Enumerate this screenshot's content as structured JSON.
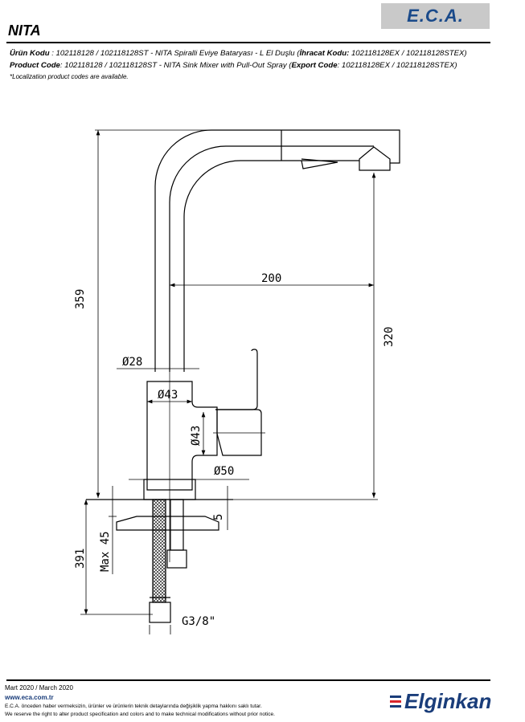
{
  "header": {
    "brand_logo": "E.C.A.",
    "title": "NITA"
  },
  "info": {
    "tr_label": "Ürün Kodu",
    "tr_text": " : 102118128 / 102118128ST - NITA Spiralli Eviye Bataryası - L El Duşlu (",
    "tr_export_label": "İhracat Kodu:",
    "tr_export": " 102118128EX / 102118128STEX)",
    "en_label": "Product Code",
    "en_text": ": 102118128 / 102118128ST - NITA Sink Mixer with Pull-Out Spray (",
    "en_export_label": "Export Code",
    "en_export": ": 102118128EX / 102118128STEX)",
    "note": "*Localization product codes are available."
  },
  "dimensions": {
    "height_total": "359",
    "reach": "200",
    "spout_height": "320",
    "tube_dia": "Ø28",
    "body_dia": "Ø43",
    "handle_dia": "Ø43",
    "base_dia": "Ø50",
    "below_counter": "391",
    "max_thickness": "Max 45",
    "plate": "5",
    "connection": "G3/8\""
  },
  "footer": {
    "date": "Mart 2020 / March 2020",
    "website": "www.eca.com.tr",
    "disclaimer_tr": "E.C.A. önceden haber vermeksizin, ürünler ve ürünlerin teknik detaylarında değişiklik yapma hakkını saklı tutar.",
    "disclaimer_en": "We reserve the right to alter product specification and colors and to make technical modifications without prior notice.",
    "brand": "Elginkan"
  },
  "colors": {
    "brand_blue": "#1a3d7a",
    "brand_red": "#d9262c",
    "logo_bg": "#c9c9c9"
  }
}
